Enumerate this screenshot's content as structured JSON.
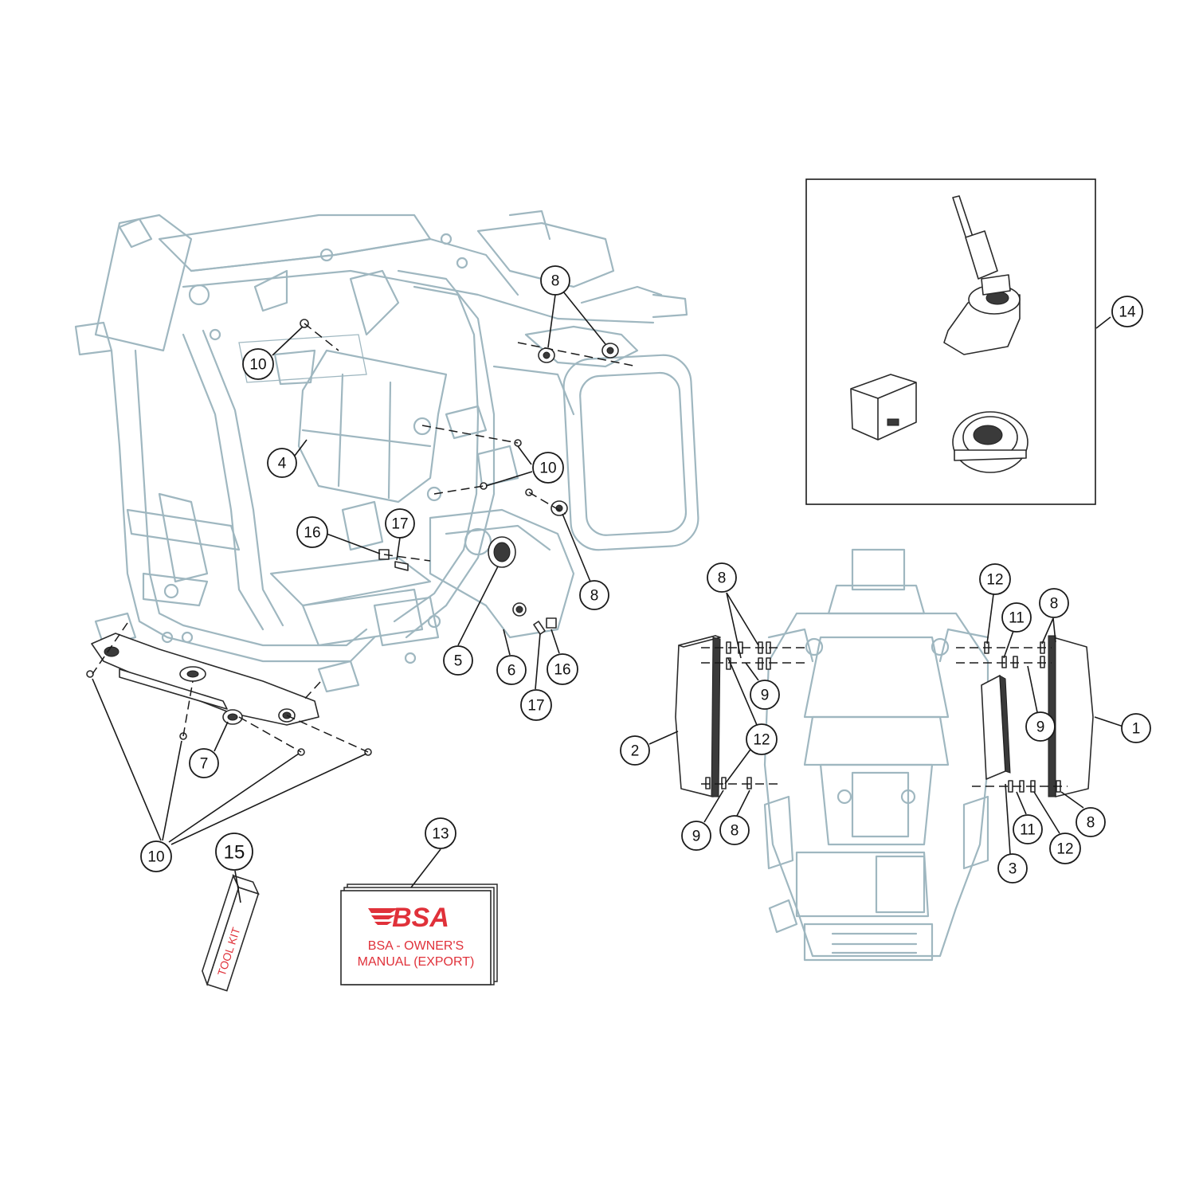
{
  "callouts": [
    {
      "id": "c-8-top",
      "label": "8"
    },
    {
      "id": "c-10-upper",
      "label": "10"
    },
    {
      "id": "c-4",
      "label": "4"
    },
    {
      "id": "c-10-mid",
      "label": "10"
    },
    {
      "id": "c-16-left",
      "label": "16"
    },
    {
      "id": "c-17-top",
      "label": "17"
    },
    {
      "id": "c-8-mid",
      "label": "8"
    },
    {
      "id": "c-5",
      "label": "5"
    },
    {
      "id": "c-6",
      "label": "6"
    },
    {
      "id": "c-16-right",
      "label": "16"
    },
    {
      "id": "c-17-bottom",
      "label": "17"
    },
    {
      "id": "c-7",
      "label": "7"
    },
    {
      "id": "c-10-bottom",
      "label": "10"
    },
    {
      "id": "c-15",
      "label": "15"
    },
    {
      "id": "c-13",
      "label": "13"
    },
    {
      "id": "c-14",
      "label": "14"
    },
    {
      "id": "c-8-rl",
      "label": "8"
    },
    {
      "id": "c-9-rl",
      "label": "9"
    },
    {
      "id": "c-12-rl",
      "label": "12"
    },
    {
      "id": "c-2",
      "label": "2"
    },
    {
      "id": "c-9-rl-low",
      "label": "9"
    },
    {
      "id": "c-8-rl-low",
      "label": "8"
    },
    {
      "id": "c-12-rr",
      "label": "12"
    },
    {
      "id": "c-11-rr",
      "label": "11"
    },
    {
      "id": "c-8-rr",
      "label": "8"
    },
    {
      "id": "c-9-rr",
      "label": "9"
    },
    {
      "id": "c-1",
      "label": "1"
    },
    {
      "id": "c-3",
      "label": "3"
    },
    {
      "id": "c-11-rr-low",
      "label": "11"
    },
    {
      "id": "c-12-rr-low",
      "label": "12"
    },
    {
      "id": "c-8-rr-low",
      "label": "8"
    }
  ],
  "manual": {
    "brand": "BSA",
    "line1": "BSA - OWNER'S",
    "line2": "MANUAL (EXPORT)"
  },
  "toolkit": {
    "label": "TOOL KIT"
  },
  "colors": {
    "frame_line": "#9fb7c0",
    "ink": "#1a1a1a",
    "brand_red": "#e0313a"
  }
}
